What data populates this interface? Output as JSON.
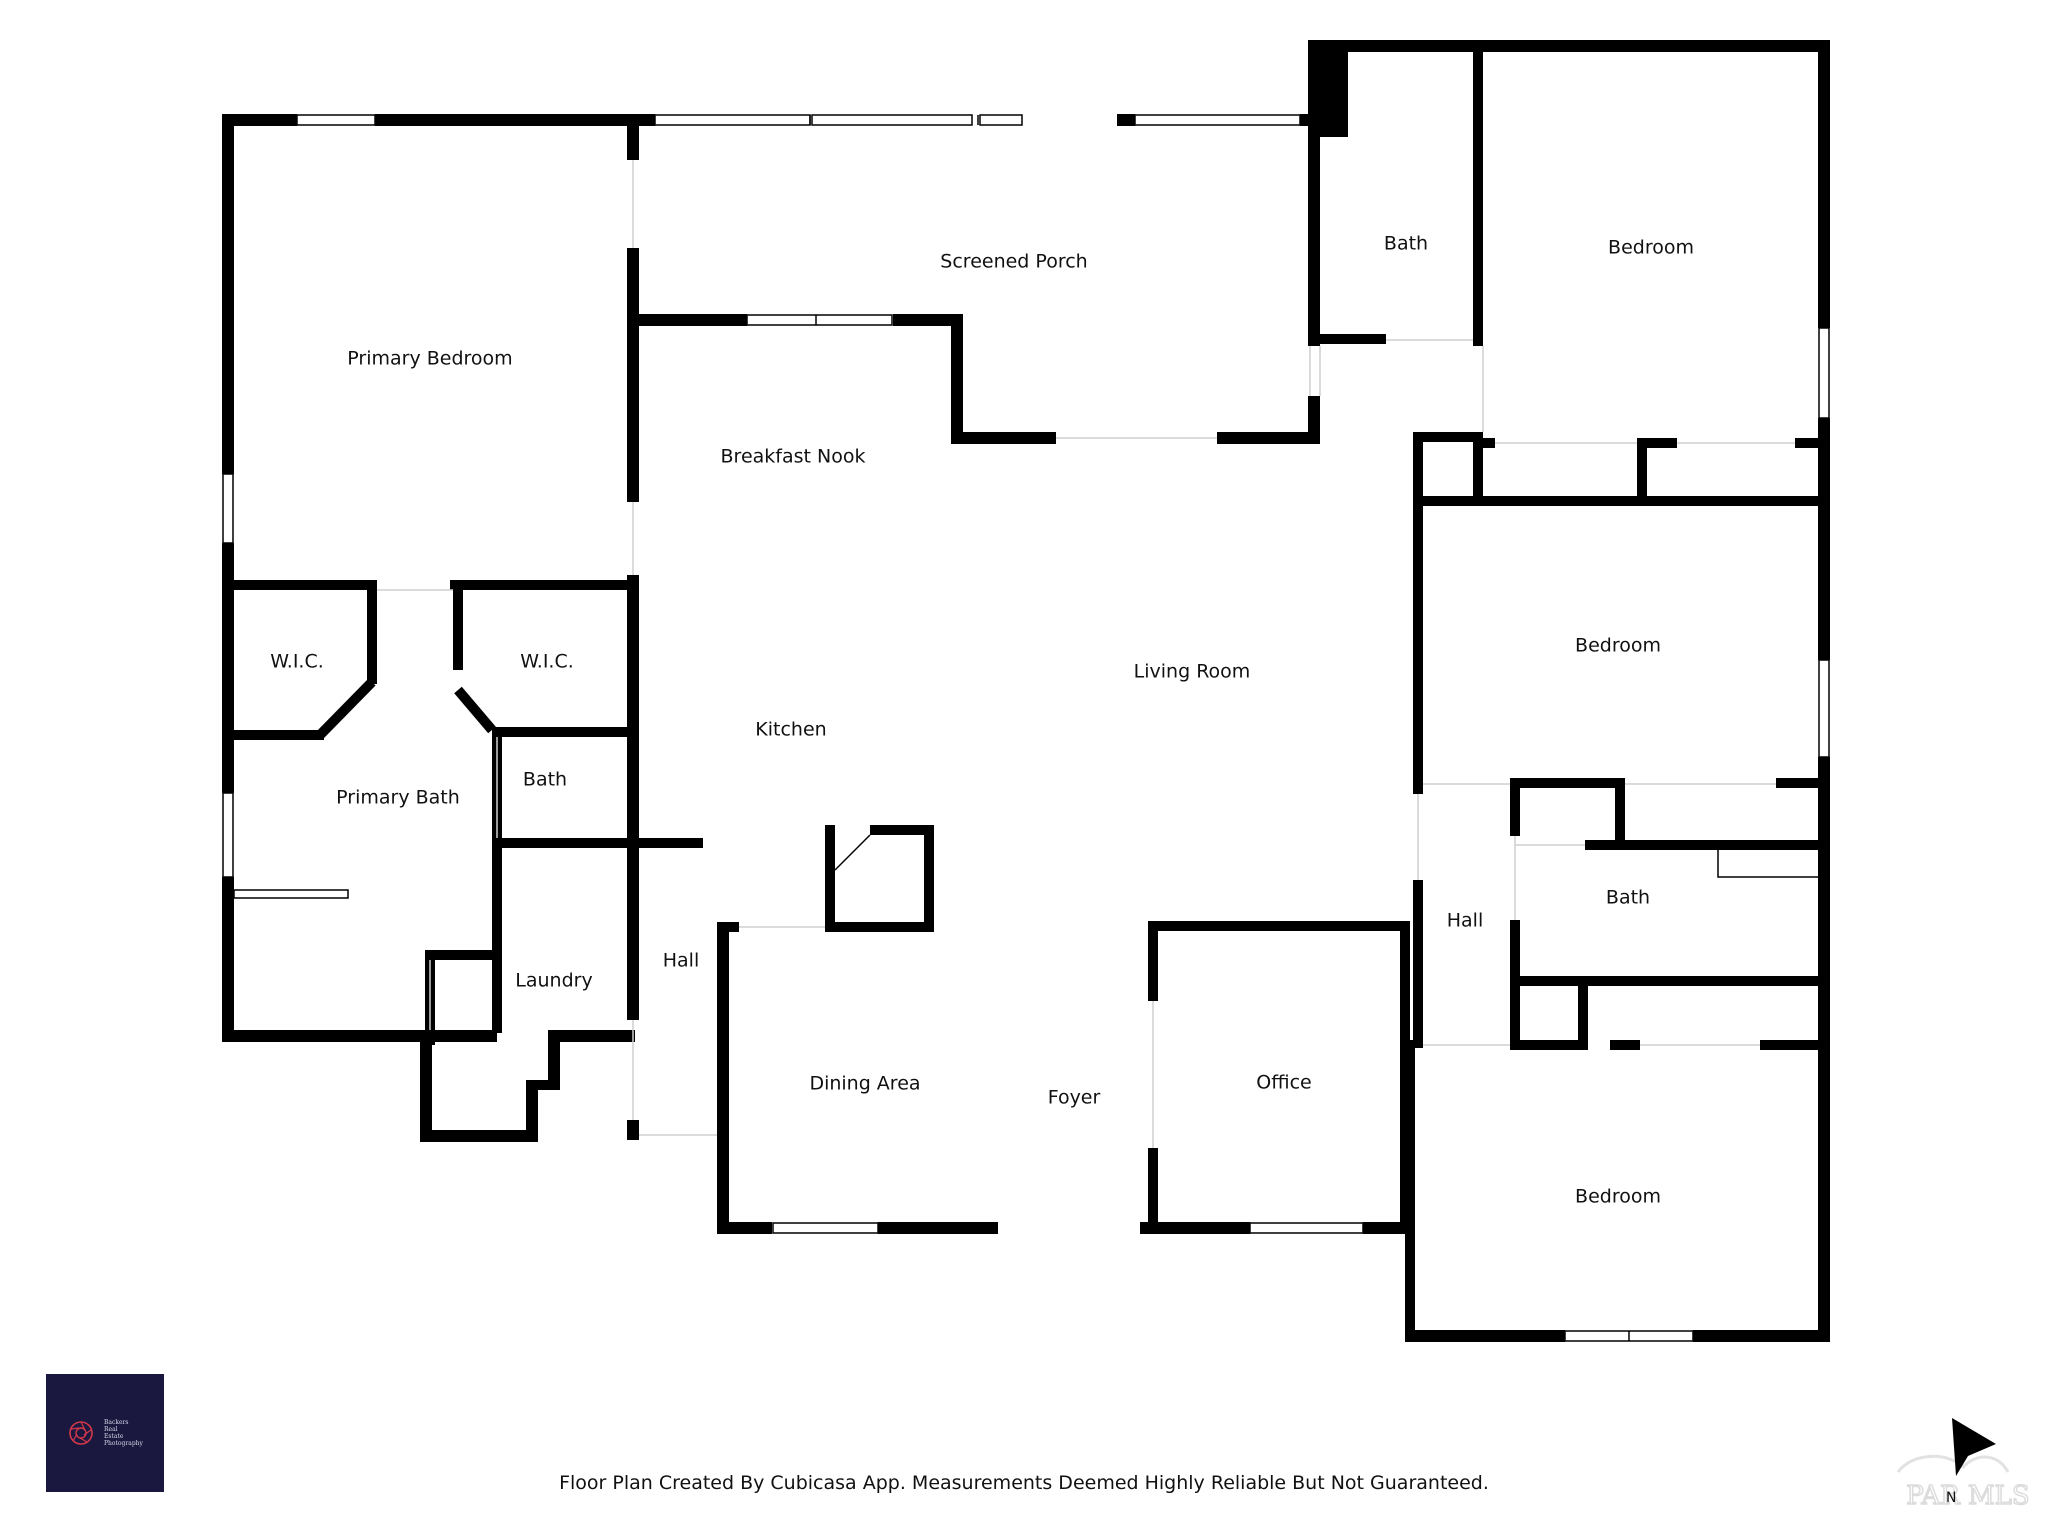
{
  "plan": {
    "rooms": [
      {
        "id": "primary-bedroom",
        "label": "Primary Bedroom"
      },
      {
        "id": "screened-porch",
        "label": "Screened Porch"
      },
      {
        "id": "bath-top",
        "label": "Bath"
      },
      {
        "id": "bedroom-1",
        "label": "Bedroom"
      },
      {
        "id": "breakfast-nook",
        "label": "Breakfast Nook"
      },
      {
        "id": "living-room",
        "label": "Living Room"
      },
      {
        "id": "bedroom-2",
        "label": "Bedroom"
      },
      {
        "id": "wic-left",
        "label": "W.I.C."
      },
      {
        "id": "wic-right",
        "label": "W.I.C."
      },
      {
        "id": "kitchen",
        "label": "Kitchen"
      },
      {
        "id": "primary-bath",
        "label": "Primary Bath"
      },
      {
        "id": "bath-small",
        "label": "Bath"
      },
      {
        "id": "laundry",
        "label": "Laundry"
      },
      {
        "id": "hall-left",
        "label": "Hall"
      },
      {
        "id": "hall-right",
        "label": "Hall"
      },
      {
        "id": "bath-right",
        "label": "Bath"
      },
      {
        "id": "dining-area",
        "label": "Dining Area"
      },
      {
        "id": "foyer",
        "label": "Foyer"
      },
      {
        "id": "office",
        "label": "Office"
      },
      {
        "id": "bedroom-3",
        "label": "Bedroom"
      }
    ]
  },
  "footer": {
    "caption": "Floor Plan Created By Cubicasa App. Measurements Deemed Highly Reliable But Not Guaranteed."
  },
  "logo": {
    "lines": [
      "Backers",
      "Real",
      "Estate",
      "Photography"
    ]
  },
  "compass": {
    "north": "N",
    "icon": "north-arrow-icon"
  },
  "watermark": {
    "text": "PAR MLS"
  },
  "colors": {
    "wall": "#000000",
    "background": "#ffffff",
    "logo_bg": "#1b1840"
  }
}
